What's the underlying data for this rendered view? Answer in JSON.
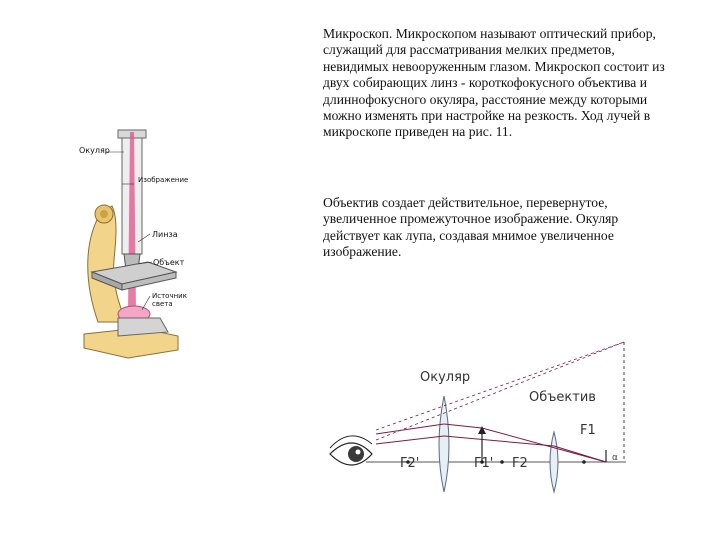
{
  "text": {
    "paragraph1": "Микроскоп. Микроскопом называют оптический прибор, служащий для рассматривания мелких предметов, невидимых невооруженным глазом. Микроскоп состоит из двух собирающих линз - короткофокусного объектива и длиннофокусного окуляра, расстояние между которыми можно изменять при настройке на резкость. Ход лучей в микроскопе приведен на рис. 11.",
    "paragraph2": "Объектив создает действительное, перевернутое, увеличенное промежуточное изображение. Окуляр действует как лупа, создавая мнимое увеличенное изображение."
  },
  "microscope_figure": {
    "labels": {
      "eyepiece": "Окуляр",
      "image": "Изображение",
      "lens": "Линза",
      "object": "Объект",
      "light_source": "Источник света"
    }
  },
  "ray_diagram": {
    "labels": {
      "eyepiece": "Окуляр",
      "objective": "Объектив",
      "f1": "F1",
      "f1_prime": "F1'",
      "f2": "F2",
      "f2_prime": "F2'"
    }
  },
  "colors": {
    "microscope_body": "#f2d48a",
    "stage": "#c8c8c8",
    "ray_pink": "#e0508a",
    "ray_dark": "#7a1e3c"
  }
}
